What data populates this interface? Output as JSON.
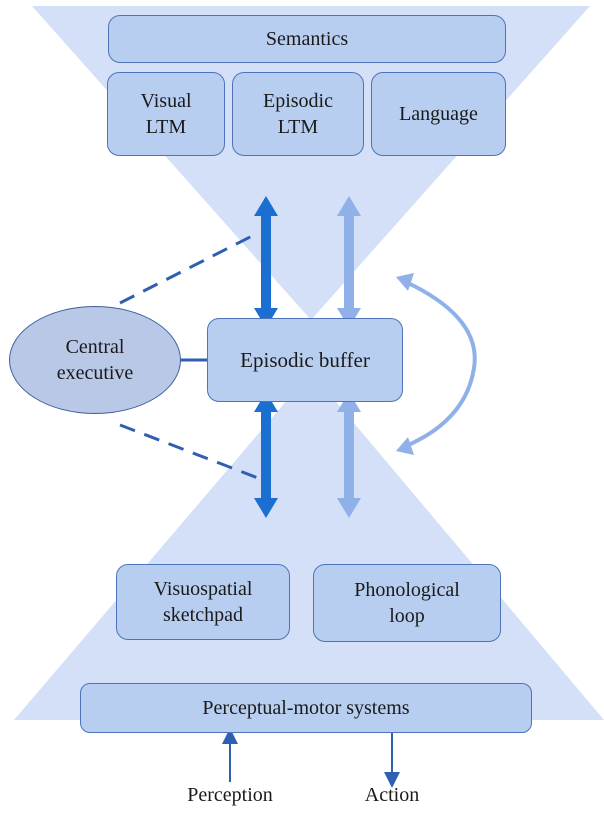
{
  "colors": {
    "background": "#ffffff",
    "hourglass_fill": "#d3e0f8",
    "box_fill": "#b8cef0",
    "box_border": "#4f73b8",
    "dark_arrow": "#1a6fd0",
    "light_arrow": "#8fb0e8",
    "dashed_line": "#2f5fb0",
    "io_arrow": "#2f5fb0"
  },
  "boxes": {
    "semantics": "Semantics",
    "visual_ltm": "Visual\nLTM",
    "episodic_ltm": "Episodic\nLTM",
    "language": "Language",
    "episodic_buffer": "Episodic buffer",
    "central_executive": "Central\nexecutive",
    "visuospatial_sketchpad": "Visuospatial\nsketchpad",
    "phonological_loop": "Phonological\nloop",
    "perceptual_motor": "Perceptual-motor systems"
  },
  "labels": {
    "perception": "Perception",
    "action": "Action"
  }
}
